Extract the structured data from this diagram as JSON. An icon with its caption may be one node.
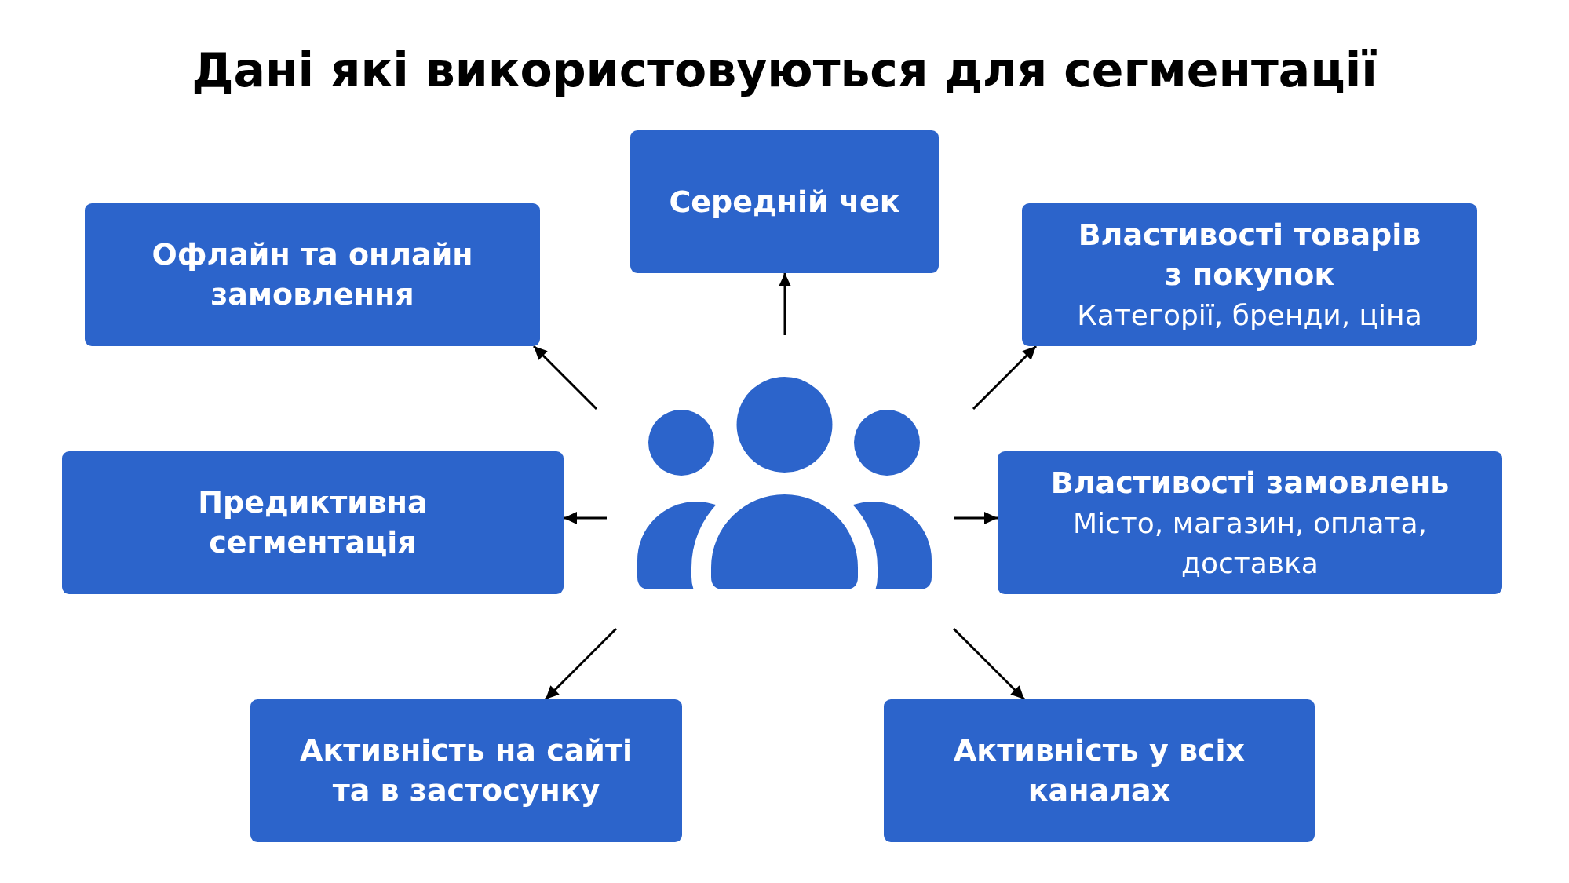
{
  "diagram": {
    "title": "Дані які використовуються для сегментації",
    "nodes": [
      {
        "text": [
          "Середній чек"
        ]
      },
      {
        "text": [
          "Офлайн та онлайн замовлення"
        ]
      },
      {
        "text": [
          "Властивості товарів з покупок",
          "Категорії, бренди, ціна"
        ]
      },
      {
        "text": [
          "Предиктивна сегментація"
        ]
      },
      {
        "text": [],
        "shape": "person"
      },
      {
        "text": [
          "Властивості замовлень",
          "Місто, магазин, оплата, доставка"
        ]
      },
      {
        "text": [
          "Активність на сайті та в застосунку"
        ]
      },
      {
        "text": [
          "Активність у всіх каналах"
        ]
      }
    ],
    "edges": [
      {
        "from": 4,
        "to": 0,
        "arrow": "to"
      },
      {
        "from": 4,
        "to": 1,
        "arrow": "to"
      },
      {
        "from": 4,
        "to": 2,
        "arrow": "to"
      },
      {
        "from": 4,
        "to": 3,
        "arrow": "to"
      },
      {
        "from": 4,
        "to": 5,
        "arrow": "to"
      },
      {
        "from": 4,
        "to": 6,
        "arrow": "to"
      },
      {
        "from": 4,
        "to": 7,
        "arrow": "to"
      }
    ]
  }
}
